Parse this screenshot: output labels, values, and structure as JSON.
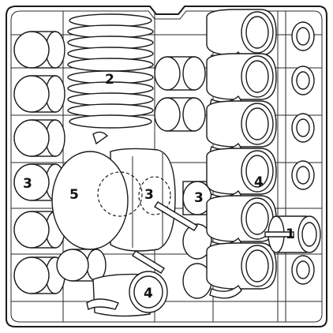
{
  "labels": {
    "plates": "2",
    "left_cups": "3",
    "bowl": "5",
    "in_bowl_glass": "3",
    "middle_cups": "3",
    "right_cups": "4",
    "right_tumbler": "1",
    "bottom_small_bowl": "4"
  },
  "colors": {
    "outline": "#1a1a1a",
    "fill": "#ffffff",
    "rack": "#333333"
  }
}
